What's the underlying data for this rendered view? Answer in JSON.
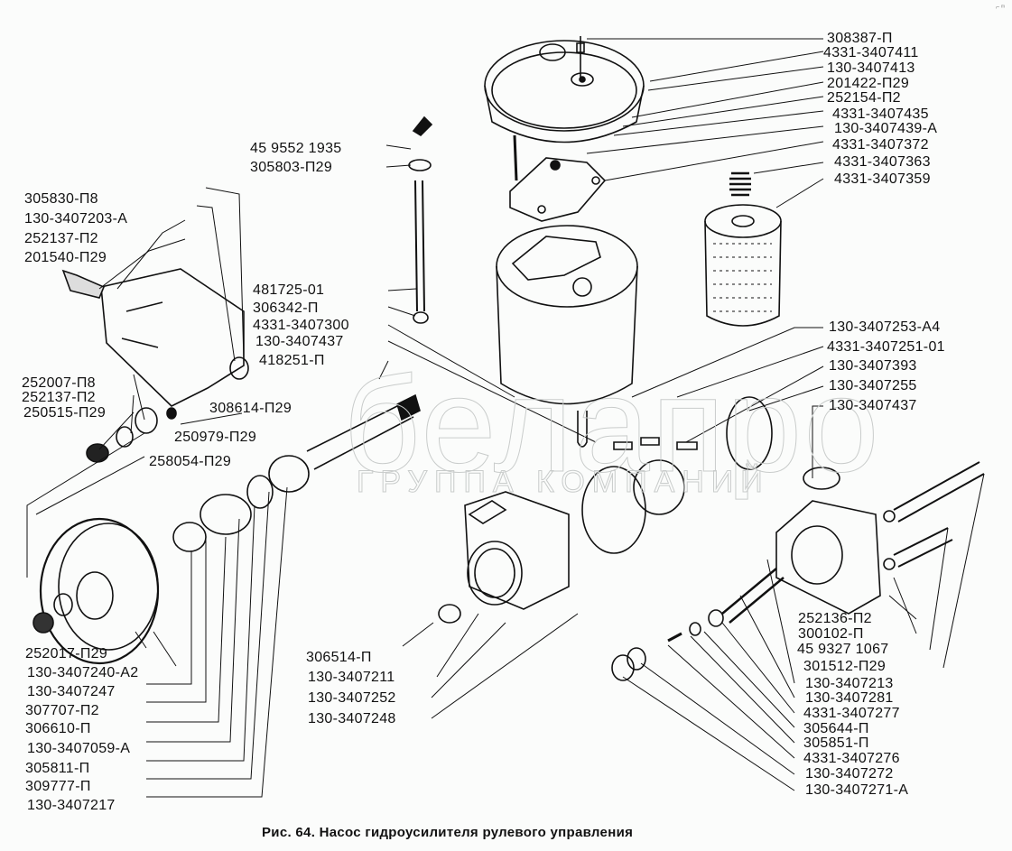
{
  "figure": {
    "caption": "Рис. 64. Насос гидроусилителя рулевого управления",
    "watermark": {
      "brand": "белапро",
      "subtitle": "ГРУППА КОМПАНИЙ"
    },
    "corner_mark": "⌐ ᵐ"
  },
  "labels": {
    "right_top": [
      "308387-П",
      "4331-3407411",
      "130-3407413",
      "201422-П29",
      "252154-П2",
      "4331-3407435",
      "130-3407439-А",
      "4331-3407372",
      "4331-3407363",
      "4331-3407359"
    ],
    "right_middle": [
      "130-3407253-А4",
      "4331-3407251-01",
      "130-3407393",
      "130-3407255",
      "130-3407437"
    ],
    "right_bottom": [
      "252136-П2",
      "300102-П",
      "45 9327 1067",
      "301512-П29",
      "130-3407213",
      "130-3407281",
      "4331-3407277",
      "305644-П",
      "305851-П",
      "4331-3407276",
      "130-3407272",
      "130-3407271-А"
    ],
    "center_top": [
      "45 9552 1935",
      "305803-П29"
    ],
    "center_mid": [
      "481725-01",
      "306342-П",
      "4331-3407300",
      "130-3407437",
      "418251-П"
    ],
    "left_top": [
      "305830-П8",
      "130-3407203-А",
      "252137-П2",
      "201540-П29"
    ],
    "left_mid": [
      "252007-П8",
      "252137-П2",
      "250515-П29"
    ],
    "mid_inline": [
      "308614-П29",
      "250979-П29",
      "258054-П29"
    ],
    "left_bottom": [
      "252017-П29",
      "130-3407240-А2",
      "130-3407247",
      "307707-П2",
      "306610-П",
      "130-3407059-А",
      "305811-П",
      "309777-П",
      "130-3407217"
    ],
    "center_bottom": [
      "306514-П",
      "130-3407211",
      "130-3407252",
      "130-3407248"
    ]
  }
}
